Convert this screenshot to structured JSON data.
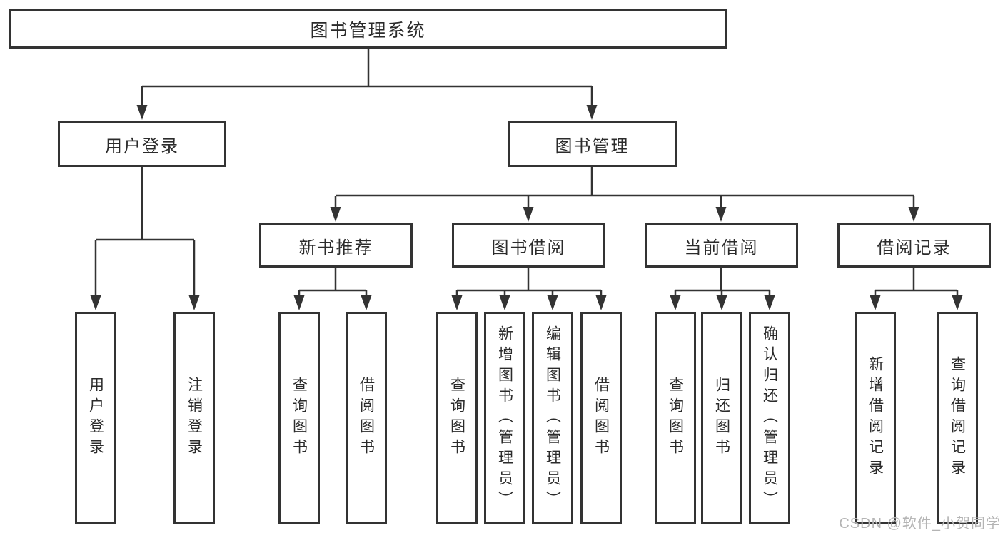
{
  "diagram": {
    "type": "hierarchy-tree",
    "colors": {
      "line": "#333333",
      "box_border": "#333333",
      "box_fill": "#ffffff",
      "text": "#2b2b2b",
      "background": "#ffffff",
      "watermark": "#b4b4b4"
    }
  },
  "tree": {
    "label": "图书管理系统",
    "children": [
      {
        "label": "用户登录",
        "children": [
          {
            "label": "用户登录"
          },
          {
            "label": "注销登录"
          }
        ]
      },
      {
        "label": "图书管理",
        "children": [
          {
            "label": "新书推荐",
            "children": [
              {
                "label": "查询图书"
              },
              {
                "label": "借阅图书"
              }
            ]
          },
          {
            "label": "图书借阅",
            "children": [
              {
                "label": "查询图书"
              },
              {
                "label": "新增图书（管理员）"
              },
              {
                "label": "编辑图书（管理员）"
              },
              {
                "label": "借阅图书"
              }
            ]
          },
          {
            "label": "当前借阅",
            "children": [
              {
                "label": "查询图书"
              },
              {
                "label": "归还图书"
              },
              {
                "label": "确认归还（管理员）"
              }
            ]
          },
          {
            "label": "借阅记录",
            "children": [
              {
                "label": "新增借阅记录"
              },
              {
                "label": "查询借阅记录"
              }
            ]
          }
        ]
      }
    ]
  },
  "watermark": {
    "text": "CSDN @软件_小贺同学"
  }
}
